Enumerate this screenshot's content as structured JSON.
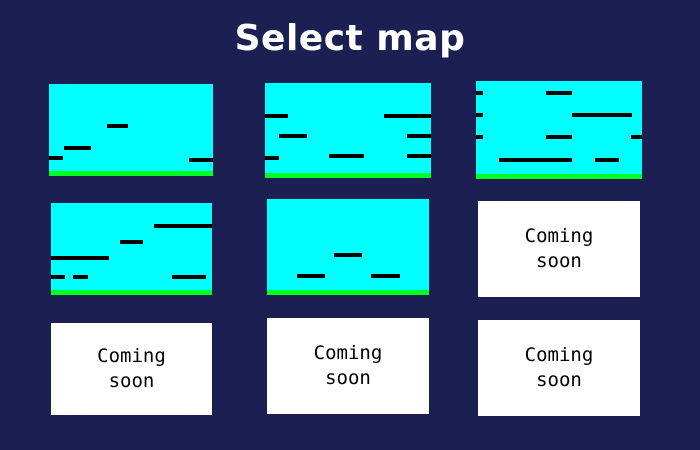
{
  "title": "Select map",
  "colors": {
    "background": "#1b1f52",
    "sky": "#00ffff",
    "ground": "#00ff22",
    "platform": "#000000",
    "placeholder": "#ffffff"
  },
  "maps": [
    {
      "id": "map-1",
      "status": "available"
    },
    {
      "id": "map-2",
      "status": "available"
    },
    {
      "id": "map-3",
      "status": "available"
    },
    {
      "id": "map-4",
      "status": "available"
    },
    {
      "id": "map-5",
      "status": "available"
    },
    {
      "id": "map-6",
      "status": "coming-soon",
      "label": "Coming soon"
    },
    {
      "id": "map-7",
      "status": "coming-soon",
      "label": "Coming soon"
    },
    {
      "id": "map-8",
      "status": "coming-soon",
      "label": "Coming soon"
    },
    {
      "id": "map-9",
      "status": "coming-soon",
      "label": "Coming soon"
    }
  ]
}
